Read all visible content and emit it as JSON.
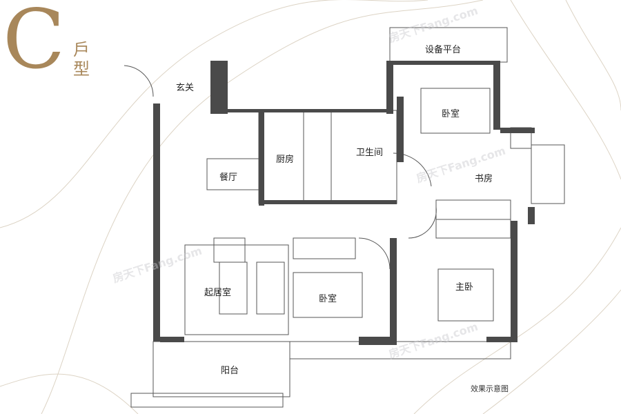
{
  "logo": {
    "letter": "C",
    "type_text": "戶型"
  },
  "rooms": {
    "entry": "玄关",
    "equipment_platform": "设备平台",
    "bedroom_north": "卧室",
    "kitchen": "厨房",
    "bathroom": "卫生间",
    "dining": "餐厅",
    "study": "书房",
    "living": "起居室",
    "bedroom_south": "卧室",
    "master_bedroom": "主卧",
    "balcony": "阳台"
  },
  "note": "效果示意图",
  "watermark": "房天下Fang.com",
  "colors": {
    "wall": "#4a4a4a",
    "accent": "#a8875a",
    "contour": "#d9cfc0"
  }
}
